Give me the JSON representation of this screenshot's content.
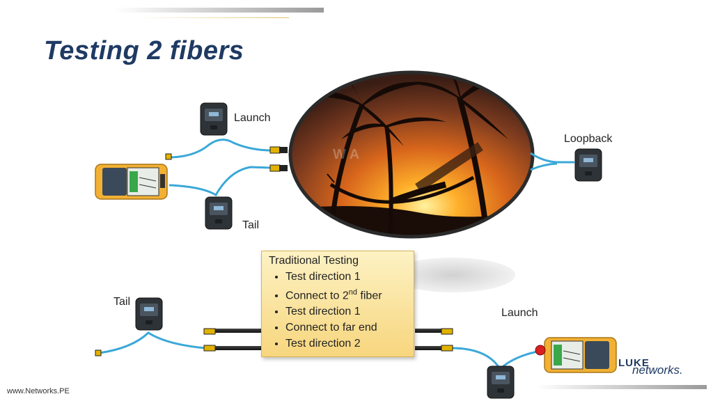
{
  "slide": {
    "title": "Testing 2 fibers",
    "labels": {
      "launch_top": "Launch",
      "tail_top": "Tail",
      "loopback": "Loopback",
      "tail_bottom": "Tail",
      "launch_bottom": "Launch"
    },
    "notes": {
      "heading": "Traditional Testing",
      "items": [
        {
          "text": "Test direction 1"
        },
        {
          "text": "Connect to 2",
          "sup": "nd",
          "rest": " fiber"
        },
        {
          "text": "Test direction 1"
        },
        {
          "text": "Connect to far end"
        },
        {
          "text": "Test direction 2"
        }
      ]
    },
    "footer": "www.Networks.PE",
    "logo": {
      "line1": "LUKE",
      "line2": "networks."
    }
  },
  "colors": {
    "title": "#1f3a63",
    "fiber": "#3aa8d8",
    "tester": "#f2b134",
    "connector": "#e2b200"
  }
}
